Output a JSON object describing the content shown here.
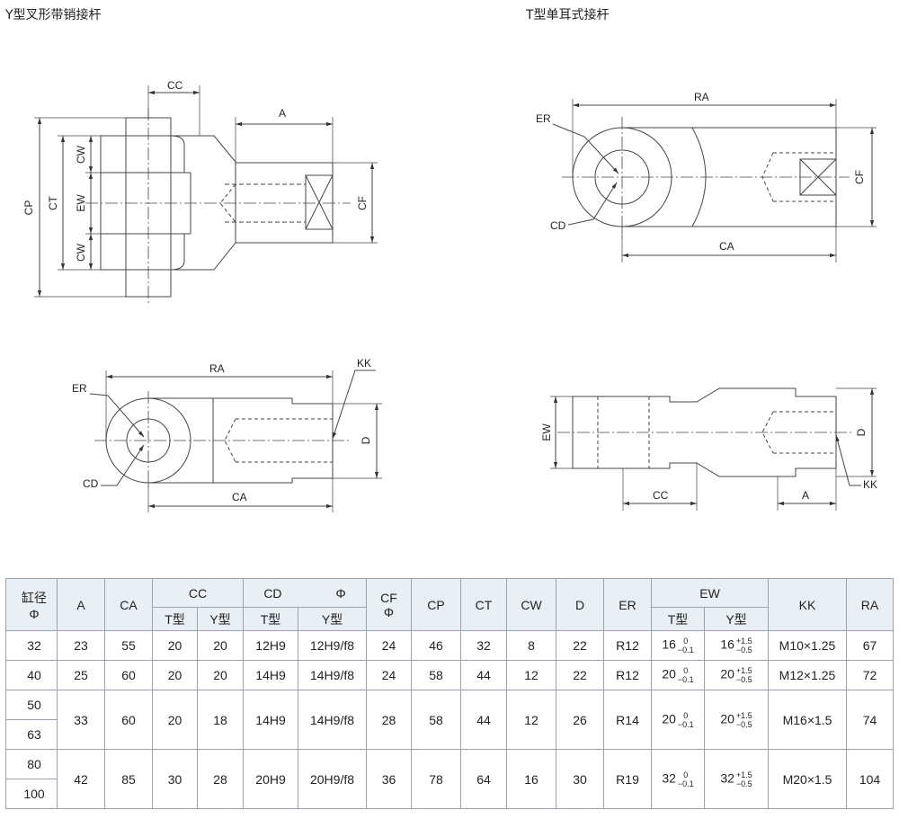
{
  "titles": {
    "left": "Y型叉形带销接杆",
    "right": "T型单耳式接杆"
  },
  "labels": {
    "cc": "CC",
    "a": "A",
    "cp": "CP",
    "ct": "CT",
    "cw": "CW",
    "ew": "EW",
    "cf": "CF",
    "ra": "RA",
    "er": "ER",
    "cd": "CD",
    "ca": "CA",
    "kk": "KK",
    "d": "D"
  },
  "table": {
    "headers": {
      "bore": "缸径",
      "phi": "Φ",
      "a": "A",
      "ca": "CA",
      "cc": "CC",
      "cd": "CD",
      "cd_phi": "Φ",
      "cf": "CF",
      "cp": "CP",
      "ct": "CT",
      "cw": "CW",
      "d": "D",
      "er": "ER",
      "ew": "EW",
      "kk": "KK",
      "ra": "RA",
      "t": "T型",
      "y": "Y型"
    },
    "rows": [
      {
        "bore": "32",
        "a": "23",
        "ca": "55",
        "cc_t": "20",
        "cc_y": "20",
        "cd_t": "12H9",
        "cd_y": "12H9/f8",
        "cf": "24",
        "cp": "46",
        "ct": "32",
        "cw": "8",
        "d": "22",
        "er": "R12",
        "ew_t": "16",
        "ew_t_up": "0",
        "ew_t_dn": "−0.1",
        "ew_y": "16",
        "ew_y_up": "+1.5",
        "ew_y_dn": "−0.5",
        "kk": "M10×1.25",
        "ra": "67"
      },
      {
        "bore": "40",
        "a": "25",
        "ca": "60",
        "cc_t": "20",
        "cc_y": "20",
        "cd_t": "14H9",
        "cd_y": "14H9/f8",
        "cf": "24",
        "cp": "58",
        "ct": "44",
        "cw": "12",
        "d": "22",
        "er": "R12",
        "ew_t": "20",
        "ew_t_up": "0",
        "ew_t_dn": "−0.1",
        "ew_y": "20",
        "ew_y_up": "+1.5",
        "ew_y_dn": "−0.5",
        "kk": "M12×1.25",
        "ra": "72"
      },
      {
        "bore": "50",
        "bore2": "63",
        "a": "33",
        "ca": "60",
        "cc_t": "20",
        "cc_y": "18",
        "cd_t": "14H9",
        "cd_y": "14H9/f8",
        "cf": "28",
        "cp": "58",
        "ct": "44",
        "cw": "12",
        "d": "26",
        "er": "R14",
        "ew_t": "20",
        "ew_t_up": "0",
        "ew_t_dn": "−0.1",
        "ew_y": "20",
        "ew_y_up": "+1.5",
        "ew_y_dn": "−0.5",
        "kk": "M16×1.5",
        "ra": "74"
      },
      {
        "bore": "80",
        "bore2": "100",
        "a": "42",
        "ca": "85",
        "cc_t": "30",
        "cc_y": "28",
        "cd_t": "20H9",
        "cd_y": "20H9/f8",
        "cf": "36",
        "cp": "78",
        "ct": "64",
        "cw": "16",
        "d": "30",
        "er": "R19",
        "ew_t": "32",
        "ew_t_up": "0",
        "ew_t_dn": "−0.1",
        "ew_y": "32",
        "ew_y_up": "+1.5",
        "ew_y_dn": "−0.5",
        "kk": "M20×1.5",
        "ra": "104"
      }
    ]
  }
}
